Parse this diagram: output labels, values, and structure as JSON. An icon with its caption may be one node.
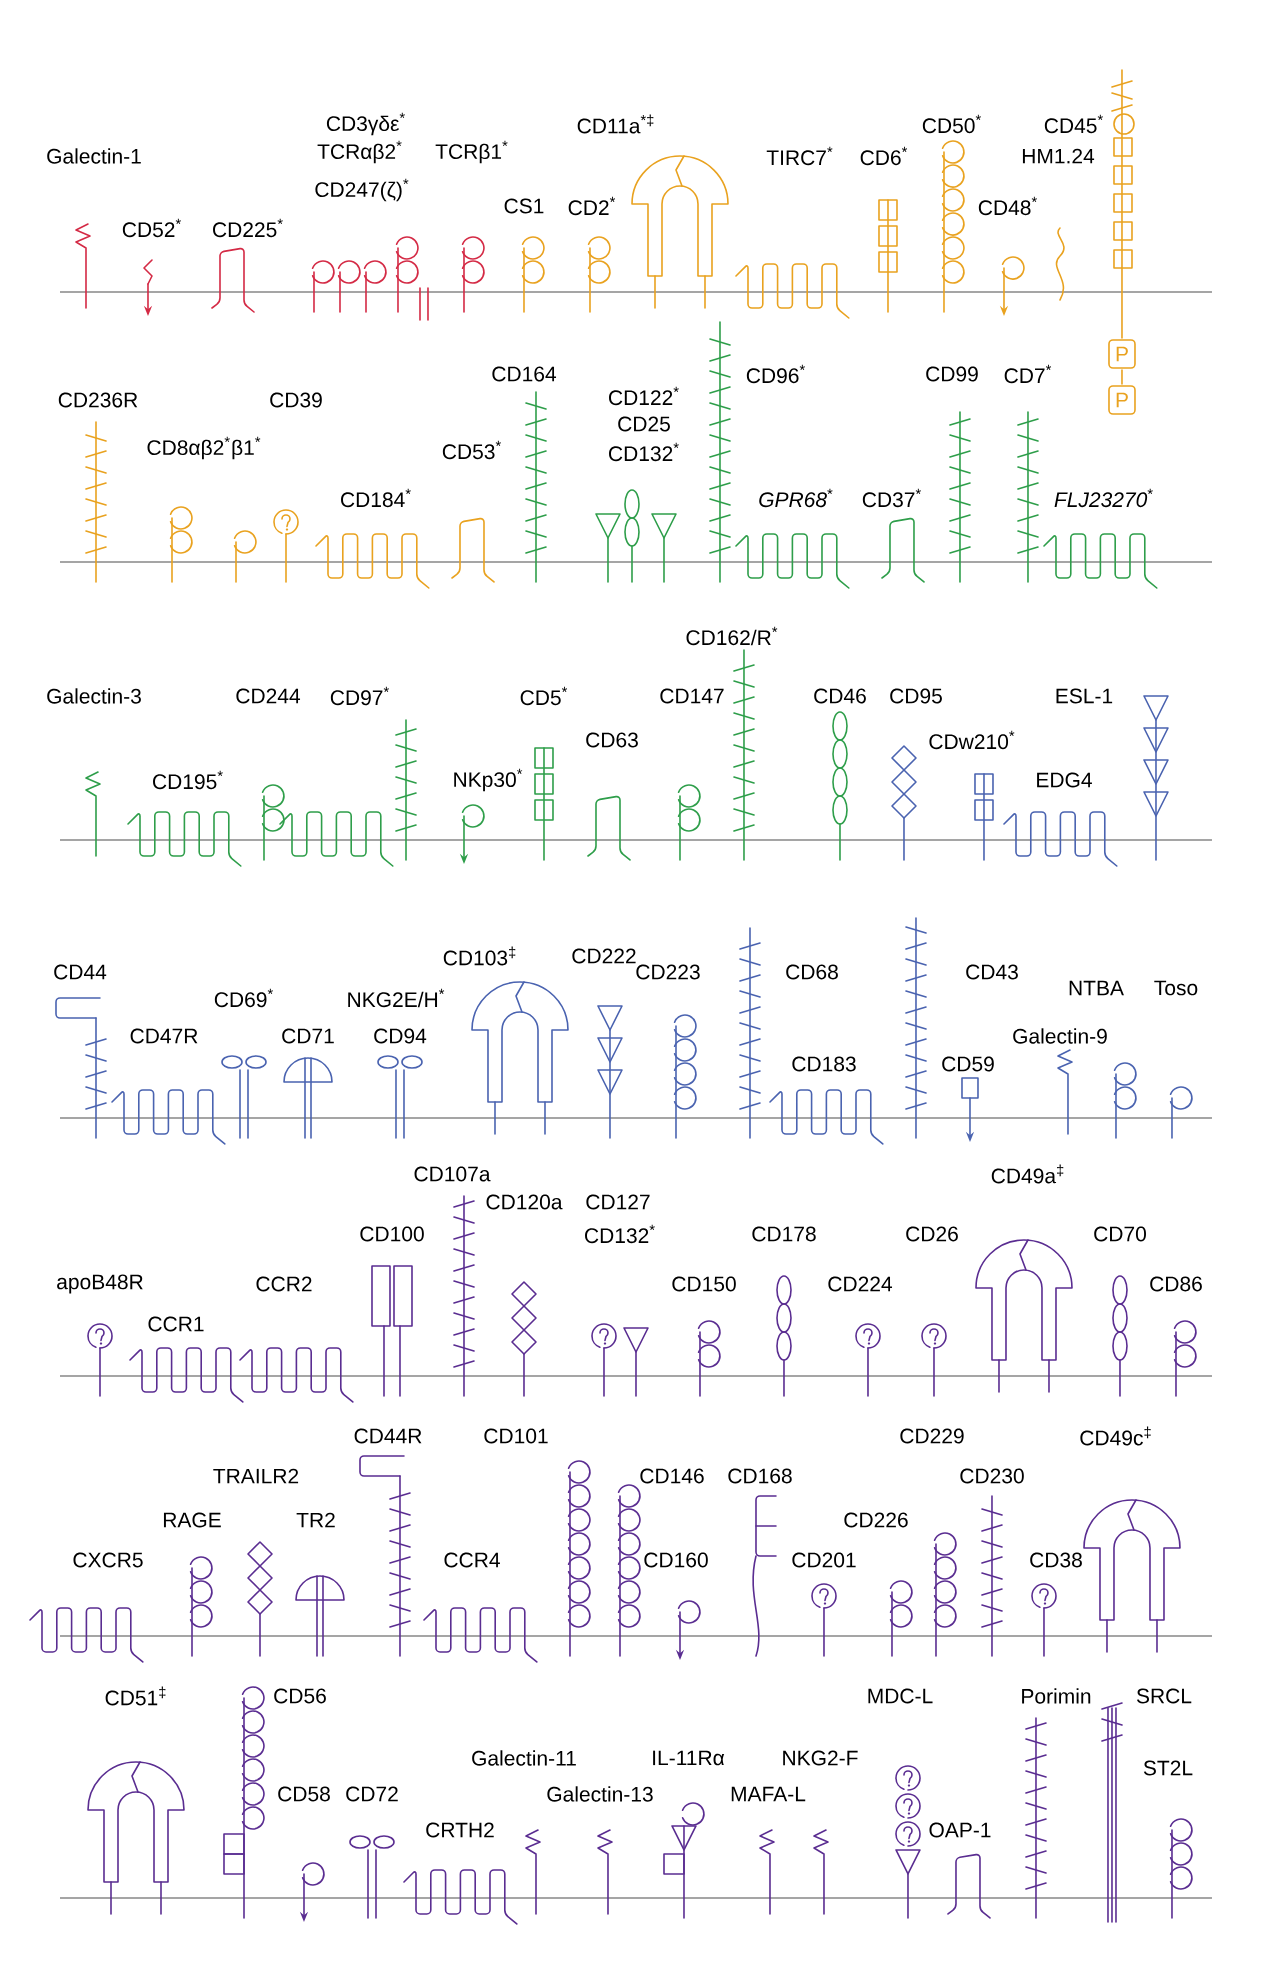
{
  "diagram": {
    "labels": [
      "CD3γδε$^{*}$",
      "CD11a$^{*‡}$",
      "CD50$^{*}$",
      "CD45$^{*}$",
      "Galectin-1",
      "TCRαβ2$^{*}$",
      "TCRβ1$^{*}$",
      "TIRC7$^{*}$",
      "CD6$^{*}$",
      "HM1.24",
      "CD247(ζ)$^{*}$",
      "CS1",
      "CD2$^{*}$",
      "CD48$^{*}$",
      "CD52$^{*}$",
      "CD225$^{*}$",
      "P",
      "CD236R",
      "CD39",
      "CD164",
      "CD122$^{*}$",
      "CD96$^{*}$",
      "CD99",
      "CD7$^{*}$",
      "P",
      "CD8αβ2$^{*}$β1$^{*}$",
      "CD53$^{*}$",
      "CD25",
      "CD132$^{*}$",
      "CD184$^{*}$",
      "*GPR68*$^{*}$",
      "CD37$^{*}$",
      "*FLJ23270*$^{*}$",
      "CD162/R$^{*}$",
      "Galectin-3",
      "CD244",
      "CD97$^{*}$",
      "CD5$^{*}$",
      "CD147",
      "CD46",
      "CD95",
      "ESL-1",
      "CD63",
      "CDw210$^{*}$",
      "CD195$^{*}$",
      "NKp30$^{*}$",
      "EDG4",
      "CD44",
      "CD103$^{‡}$",
      "CD222",
      "CD223",
      "CD68",
      "CD43",
      "NTBA",
      "Toso",
      "CD69$^{*}$",
      "NKG2E/H$^{*}$",
      "CD47R",
      "CD71",
      "CD94",
      "Galectin-9",
      "CD183",
      "CD59",
      "CD107a",
      "CD49a$^{‡}$",
      "CD120a",
      "CD127",
      "CD100",
      "CD132$^{*}$",
      "CD178",
      "CD26",
      "CD70",
      "apoB48R",
      "CCR2",
      "CD150",
      "CD224",
      "CD86",
      "CCR1",
      "CD44R",
      "CD101",
      "CD229",
      "CD49c$^{‡}$",
      "TRAILR2",
      "CD146",
      "CD168",
      "CD230",
      "RAGE",
      "TR2",
      "CD226",
      "CXCR5",
      "CCR4",
      "CD160",
      "CD201",
      "CD38",
      "CD51$^{‡}$",
      "CD56",
      "MDC-L",
      "Porimin",
      "SRCL",
      "Galectin-11",
      "IL-11Rα",
      "NKG2-F",
      "ST2L",
      "CD58",
      "CD72",
      "Galectin-13",
      "MAFA-L",
      "CRTH2",
      "OAP-1"
    ]
  }
}
